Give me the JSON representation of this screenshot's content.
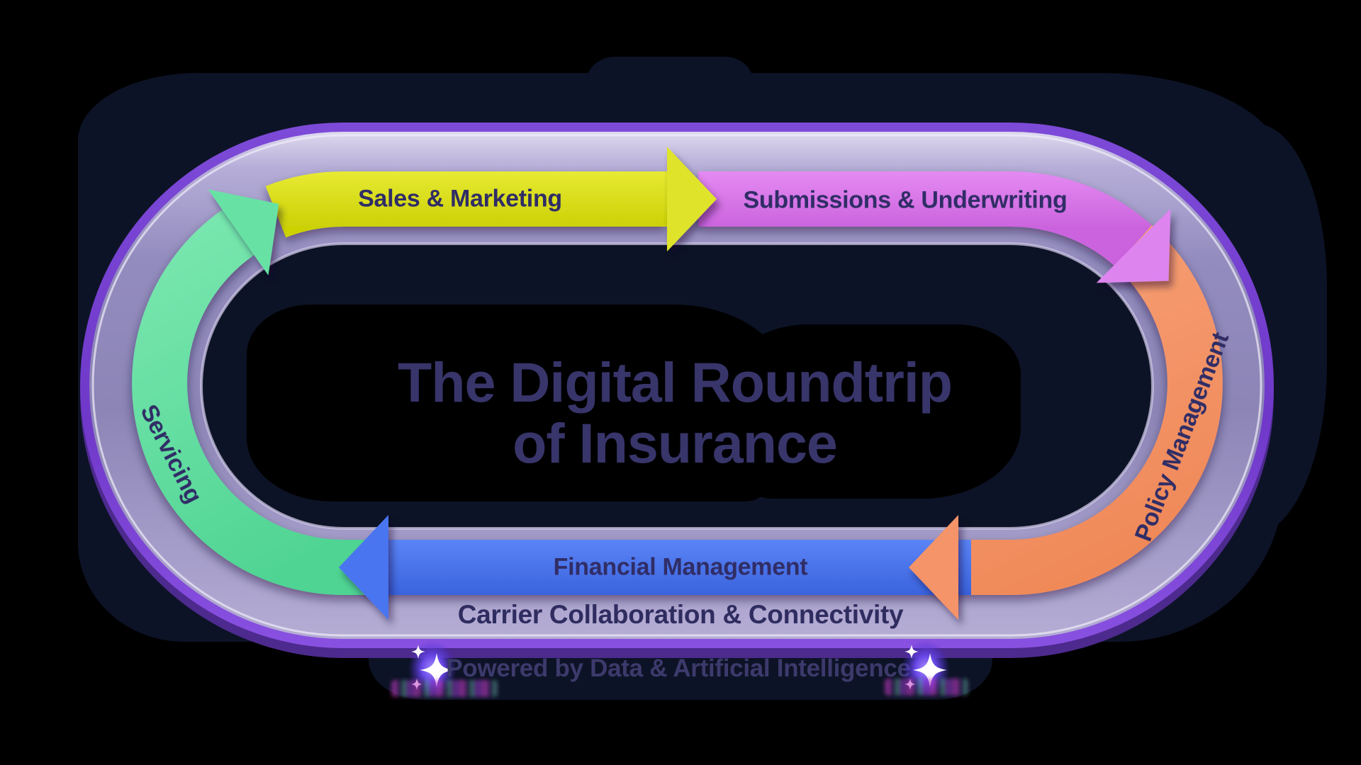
{
  "title": {
    "line1": "The Digital Roundtrip",
    "line2": "of Insurance"
  },
  "stages": [
    {
      "id": "sales-marketing",
      "label": "Sales & Marketing",
      "color": "#d9de18"
    },
    {
      "id": "submissions-underwriting",
      "label": "Submissions & Underwriting",
      "color": "#d977e9"
    },
    {
      "id": "policy-management",
      "label": "Policy Management",
      "color": "#f2906a"
    },
    {
      "id": "financial-management",
      "label": "Financial Management",
      "color": "#4271ee"
    },
    {
      "id": "servicing",
      "label": "Servicing",
      "color": "#60dd9e"
    }
  ],
  "track": {
    "label": "Carrier Collaboration & Connectivity",
    "ring_color": "#7a44d6",
    "road_color": "#968fc0"
  },
  "footer": {
    "powered_by": "Powered by Data & Artificial Intelligence",
    "sparkle_icon": "four-point-sparkle",
    "sparkle_color": "#7b5cf4"
  },
  "palette": {
    "background": "#000000",
    "backdrop_blob": "#0d1326",
    "title_text": "#38356b",
    "label_text": "#302d66"
  }
}
